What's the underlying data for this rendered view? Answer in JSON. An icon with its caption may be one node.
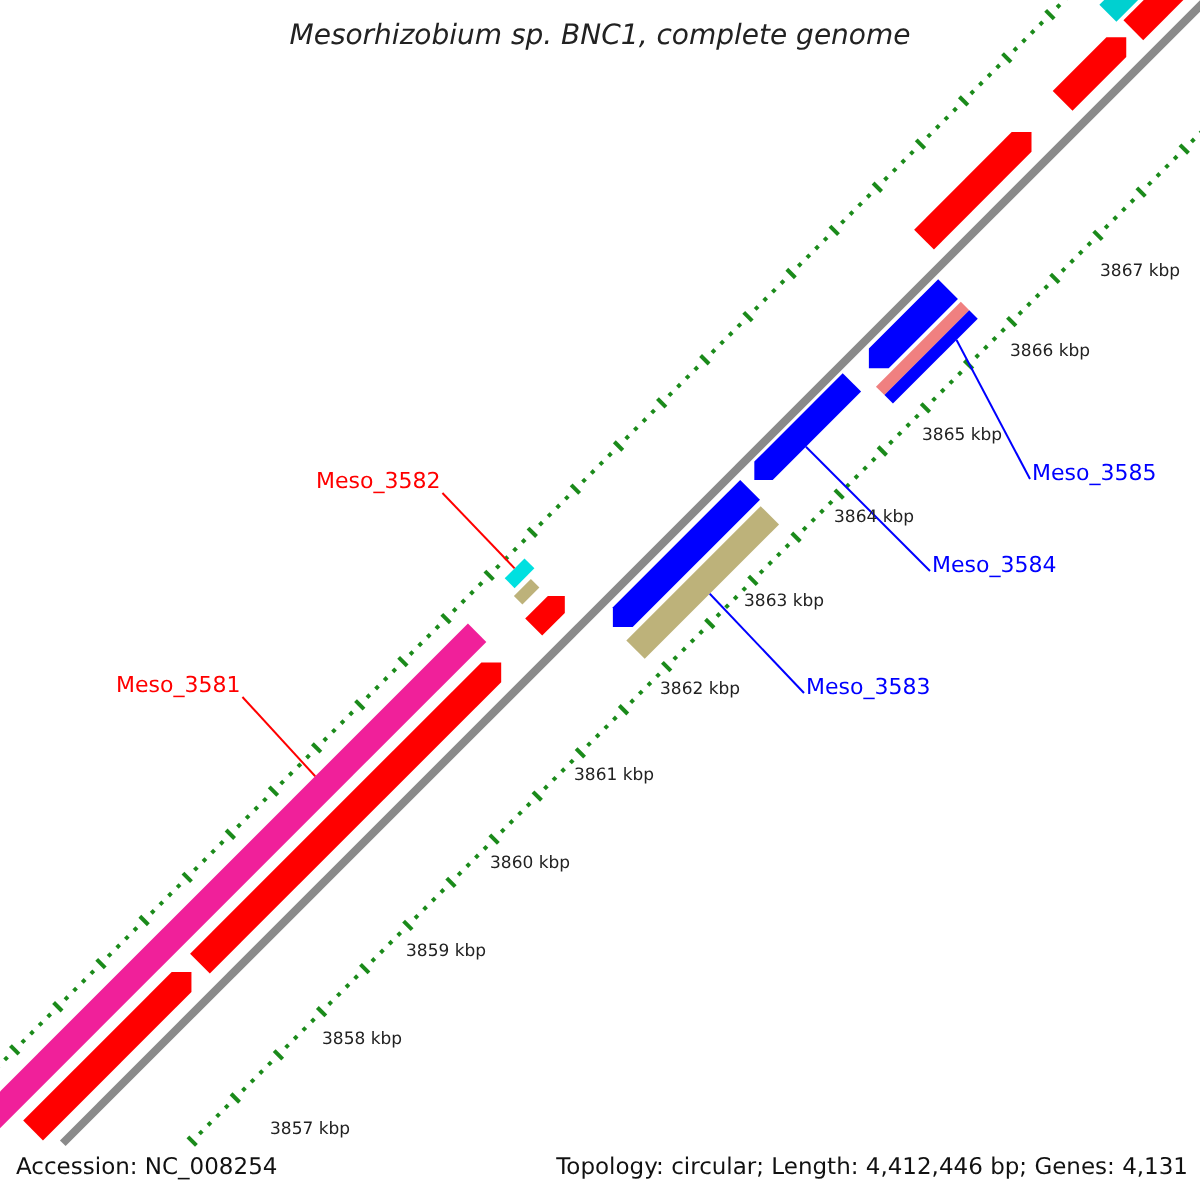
{
  "diagram": {
    "title": "Mesorhizobium sp. BNC1, complete genome",
    "nodes": [
      {
        "text": [
          "Meso_3581"
        ]
      },
      {
        "text": [
          "Meso_3582"
        ]
      },
      {
        "text": [
          "Meso_3583"
        ]
      },
      {
        "text": [
          "Meso_3584"
        ]
      },
      {
        "text": [
          "Meso_3585"
        ]
      },
      {
        "text": [],
        "shape": "bar"
      },
      {
        "text": [],
        "shape": "bar"
      },
      {
        "text": [],
        "shape": "bar"
      },
      {
        "text": [],
        "shape": "bar"
      },
      {
        "text": [],
        "shape": "bar"
      },
      {
        "text": [],
        "shape": "bar"
      },
      {
        "text": [],
        "shape": "bar"
      },
      {
        "text": [],
        "shape": "bar"
      },
      {
        "text": [],
        "shape": "bar"
      },
      {
        "text": [],
        "shape": "bar"
      },
      {
        "text": [],
        "shape": "bar"
      },
      {
        "text": [],
        "shape": "bar"
      },
      {
        "text": [],
        "shape": "bar"
      },
      {
        "text": [],
        "shape": "bar"
      },
      {
        "text": [],
        "shape": "bar"
      },
      {
        "text": [],
        "shape": "bar"
      }
    ],
    "edges": [
      {
        "from": 0,
        "to": 5,
        "arrow": "none",
        "color": "#ff0000"
      },
      {
        "from": 1,
        "to": 10,
        "arrow": "none",
        "color": "#ff0000"
      },
      {
        "from": 2,
        "to": 12,
        "arrow": "none"
      },
      {
        "from": 3,
        "to": 13,
        "arrow": "none"
      },
      {
        "from": 4,
        "to": 15,
        "arrow": "none"
      }
    ],
    "labels": [
      "3867 kbp",
      "3866 kbp",
      "3865 kbp",
      "3864 kbp",
      "3863 kbp",
      "3862 kbp",
      "3861 kbp",
      "3860 kbp",
      "3859 kbp",
      "3858 kbp",
      "3857 kbp",
      "Accession: NC_008254",
      "Topology: circular; Length: 4,412,446 bp; Genes: 4,131"
    ]
  }
}
